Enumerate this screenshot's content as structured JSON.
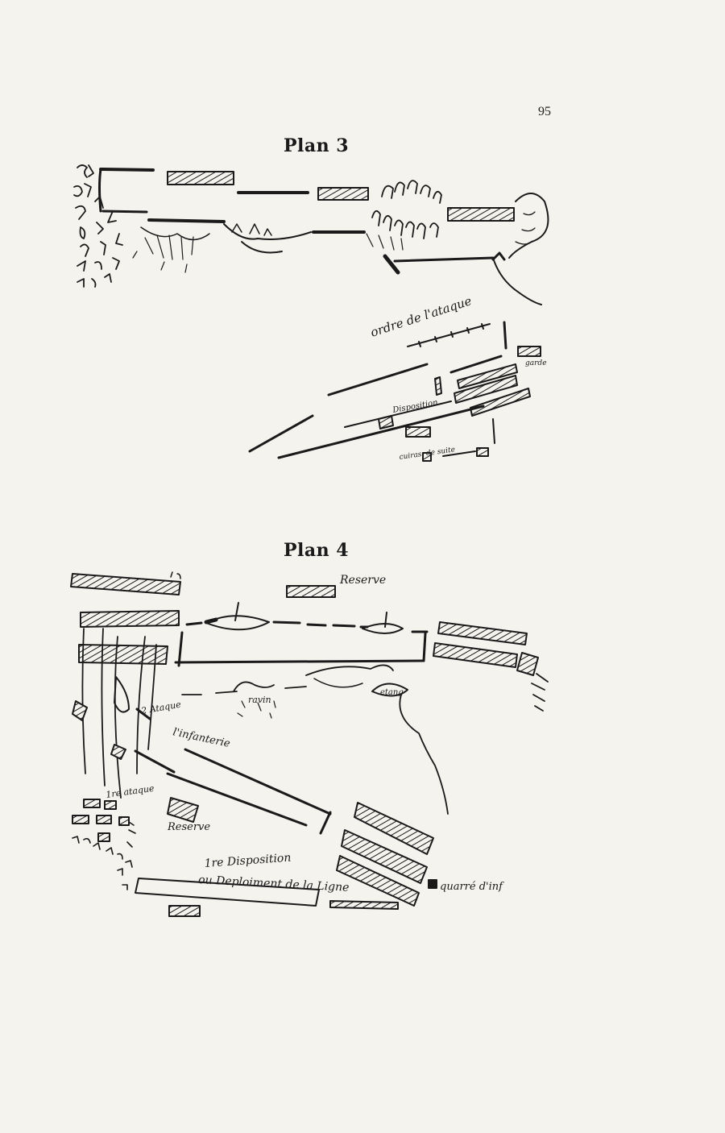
{
  "page_number": "95",
  "plan3": {
    "title": "Plan 3",
    "labels": {
      "ordre": "ordre de l'ataque",
      "garde": "garde",
      "disposition": "Disposition",
      "cuirassiers": "cuiras. de suite"
    }
  },
  "plan4": {
    "title": "Plan 4",
    "labels": {
      "reserve_top": "Reserve",
      "ravin": "ravin",
      "etang": "etang",
      "deuxieme_ataque": "2 Ataque",
      "infanterie": "l'infanterie",
      "premiere_ataque": "1re ataque",
      "reserve_bottom": "Reserve",
      "disposition": "1re Disposition",
      "deploiment": "ou Deploiment de la Ligne",
      "quarre": "quarré d'inf"
    }
  },
  "colors": {
    "ink": "#1a1a1a",
    "paper": "#f4f3ee"
  }
}
